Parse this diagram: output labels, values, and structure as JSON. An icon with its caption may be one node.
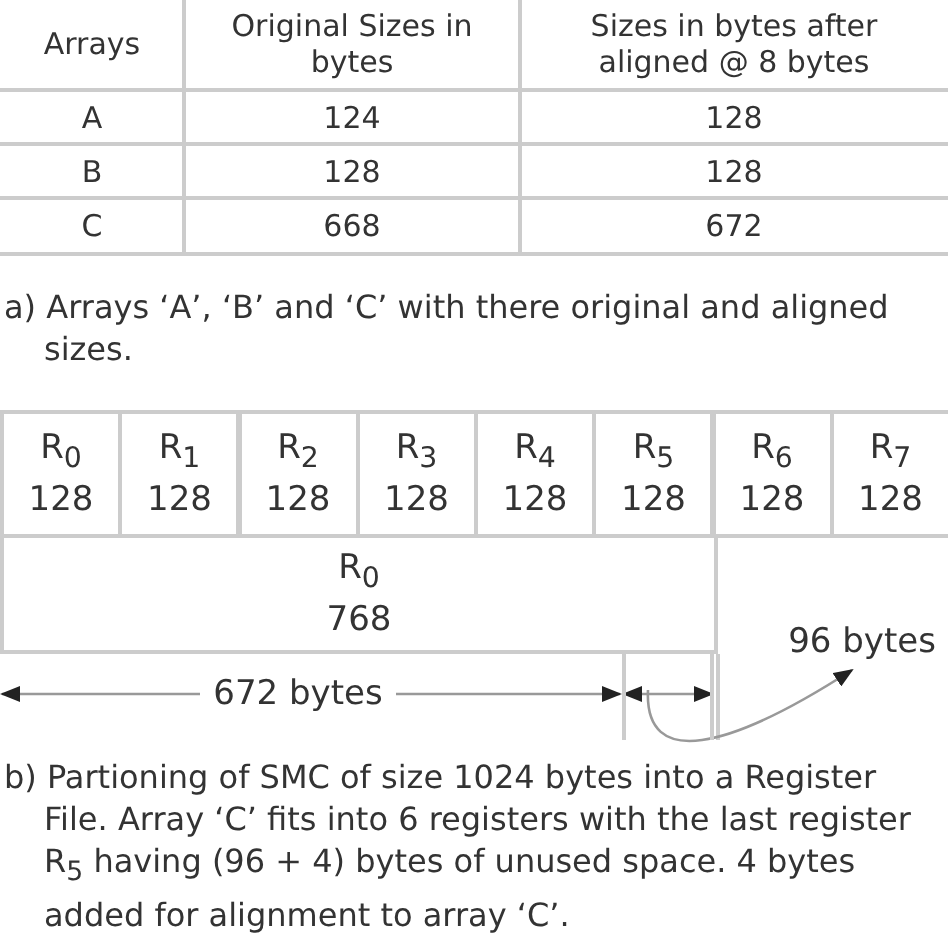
{
  "diagram": {
    "nodes": [
      {
        "text": [
          "R$_{0}$",
          "128"
        ]
      },
      {
        "text": [
          "R$_{1}$",
          "128"
        ]
      },
      {
        "text": [
          "R$_{2}$",
          "128"
        ]
      },
      {
        "text": [
          "R$_{3}$",
          "128"
        ]
      },
      {
        "text": [
          "R$_{4}$",
          "128"
        ]
      },
      {
        "text": [
          "R$_{5}$",
          "128"
        ]
      },
      {
        "text": [
          "R$_{6}$",
          "128"
        ]
      },
      {
        "text": [
          "R$_{7}$",
          "128"
        ]
      },
      {
        "text": [
          "R$_{0}$",
          "768"
        ]
      },
      {
        "text": [],
        "shape": "box"
      },
      {
        "text": [
          "96 bytes"
        ]
      }
    ],
    "edges": [
      {
        "from": 9,
        "to": 10,
        "arrow": "to"
      }
    ],
    "labels": [
      "Arrays",
      "Original Sizes in bytes",
      "Sizes in bytes after aligned @ 8 bytes",
      "A",
      "124",
      "128",
      "B",
      "128",
      "128",
      "C",
      "668",
      "672",
      "a) Arrays ‘A’, ‘B’ and ‘C’ with there original and aligned sizes.",
      "672 bytes",
      "b) Partioning of SMC of size 1024 bytes into a Register File. Array ‘C’ fits into 6 registers with the last register R$_{5}$ having (96 + 4) bytes of unused space. 4 bytes added for alignment to array ‘C’."
    ]
  }
}
